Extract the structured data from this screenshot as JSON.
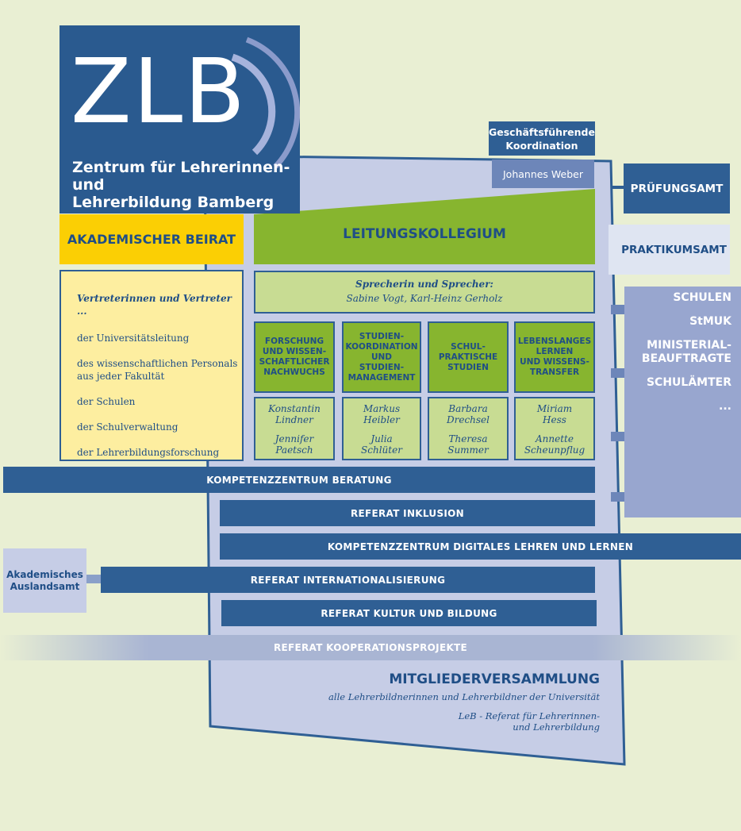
{
  "logo": {
    "letters": "ZLB",
    "line1": "Zentrum für Lehrerinnen- und",
    "line2": "Lehrerbildung Bamberg"
  },
  "koordination": {
    "title_line1": "Geschäftsführende",
    "title_line2": "Koordination",
    "person": "Johannes Weber"
  },
  "right": {
    "pruefungsamt": "PRÜFUNGSAMT",
    "praktikumsamt": "PRAKTIKUMSAMT",
    "items": [
      "SCHULEN",
      "StMUK",
      "MINISTERIAL-",
      "BEAUFTRAGTE",
      "SCHULÄMTER",
      "..."
    ]
  },
  "beirat": {
    "title": "AKADEMISCHER BEIRAT",
    "heading": "Vertreterinnen und Vertreter ...",
    "items": [
      "der Universitätsleitung",
      "des wissenschaftlichen Personals",
      "aus jeder Fakultät",
      "der Schulen",
      "der Schulverwaltung",
      "der Lehrerbildungsforschung"
    ]
  },
  "leitung": {
    "title": "LEITUNGSKOLLEGIUM",
    "sprecher_heading": "Sprecherin und Sprecher:",
    "sprecher_names": "Sabine Vogt, Karl-Heinz Gerholz"
  },
  "areas": [
    {
      "lines": [
        "FORSCHUNG",
        "UND WISSEN-",
        "SCHAFTLICHER",
        "NACHWUCHS"
      ],
      "p1": [
        "Konstantin",
        "Lindner"
      ],
      "p2": [
        "Jennifer",
        "Paetsch"
      ]
    },
    {
      "lines": [
        "STUDIEN-",
        "KOORDINATION",
        "UND",
        "STUDIEN-",
        "MANAGEMENT"
      ],
      "p1": [
        "Markus",
        "Heibler"
      ],
      "p2": [
        "Julia",
        "Schlüter"
      ]
    },
    {
      "lines": [
        "SCHUL-",
        "PRAKTISCHE",
        "STUDIEN"
      ],
      "p1": [
        "Barbara",
        "Drechsel"
      ],
      "p2": [
        "Theresa",
        "Summer"
      ]
    },
    {
      "lines": [
        "LEBENSLANGES",
        "LERNEN",
        "UND WISSENS-",
        "TRANSFER"
      ],
      "p1": [
        "Miriam",
        "Hess"
      ],
      "p2": [
        "Annette",
        "Scheunpflug"
      ]
    }
  ],
  "bars": {
    "beratung": "KOMPETENZZENTRUM BERATUNG",
    "inklusion": "REFERAT INKLUSION",
    "digital": "KOMPETENZZENTRUM DIGITALES LEHREN UND LERNEN",
    "international": "REFERAT INTERNATIONALISIERUNG",
    "kultur": "REFERAT KULTUR UND BILDUNG",
    "kooperation": "REFERAT KOOPERATIONSPROJEKTE"
  },
  "ausland": {
    "line1": "Akademisches",
    "line2": "Auslandsamt"
  },
  "mv": {
    "title": "MITGLIEDERVERSAMMLUNG",
    "subtitle": "alle Lehrerbildnerinnen und Lehrerbildner der Universität",
    "leb_line1": "LeB - Referat für Lehrerinnen-",
    "leb_line2": "und Lehrerbildung"
  },
  "colors": {
    "background": "#e9efd3",
    "navy": "#2f5f94",
    "panel": "#c6cde6",
    "green": "#87b52f",
    "light_green": "#c8dc93",
    "yellow": "#fbcf04",
    "light_yellow": "#fdeea0"
  }
}
